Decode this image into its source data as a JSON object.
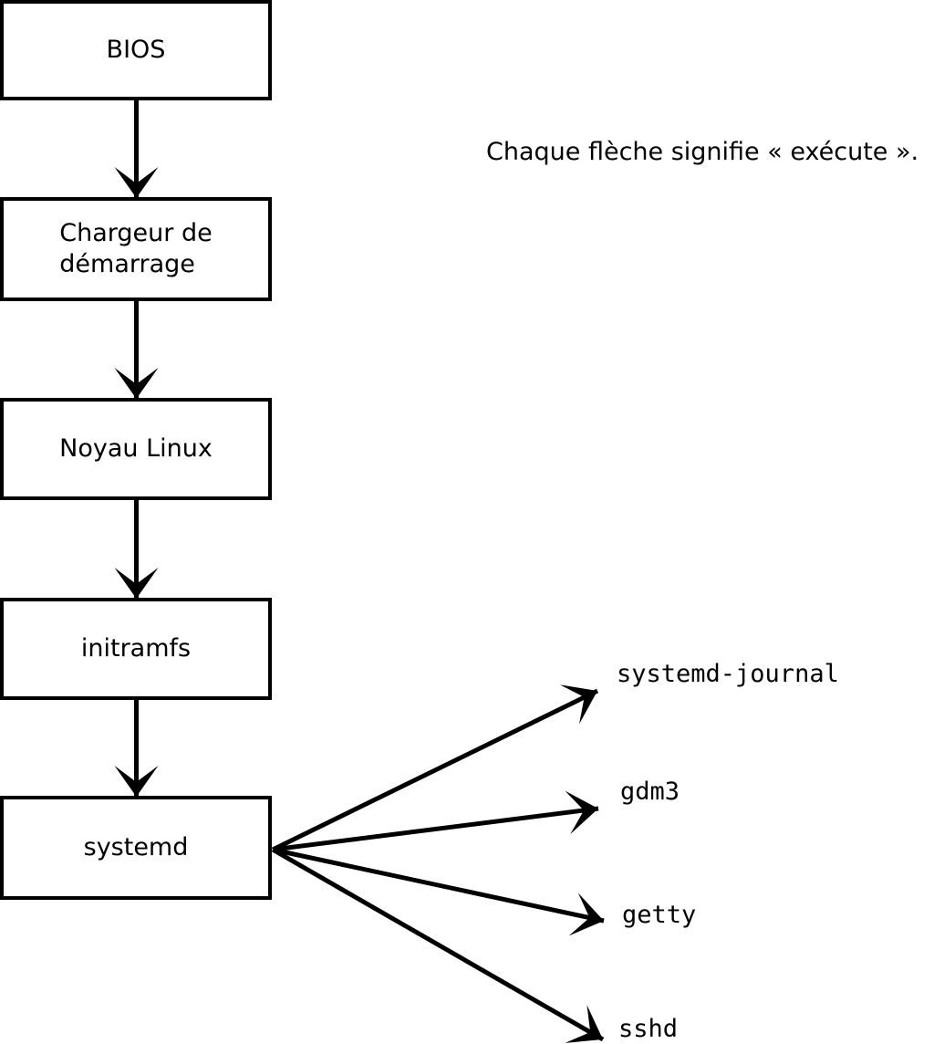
{
  "diagram": {
    "annotation": "Chaque flèche signifie « exécute ».",
    "boxes": [
      {
        "id": "bios",
        "label": "BIOS"
      },
      {
        "id": "bootloader",
        "label": "Chargeur de\ndémarrage"
      },
      {
        "id": "kernel",
        "label": "Noyau Linux"
      },
      {
        "id": "initramfs",
        "label": "initramfs"
      },
      {
        "id": "systemd",
        "label": "systemd"
      }
    ],
    "branches": [
      {
        "label": "systemd-journal"
      },
      {
        "label": "gdm3"
      },
      {
        "label": "getty"
      },
      {
        "label": "sshd"
      }
    ],
    "colors": {
      "stroke": "#000000",
      "box_fill": "#ffffff",
      "background": "#ffffff"
    }
  }
}
